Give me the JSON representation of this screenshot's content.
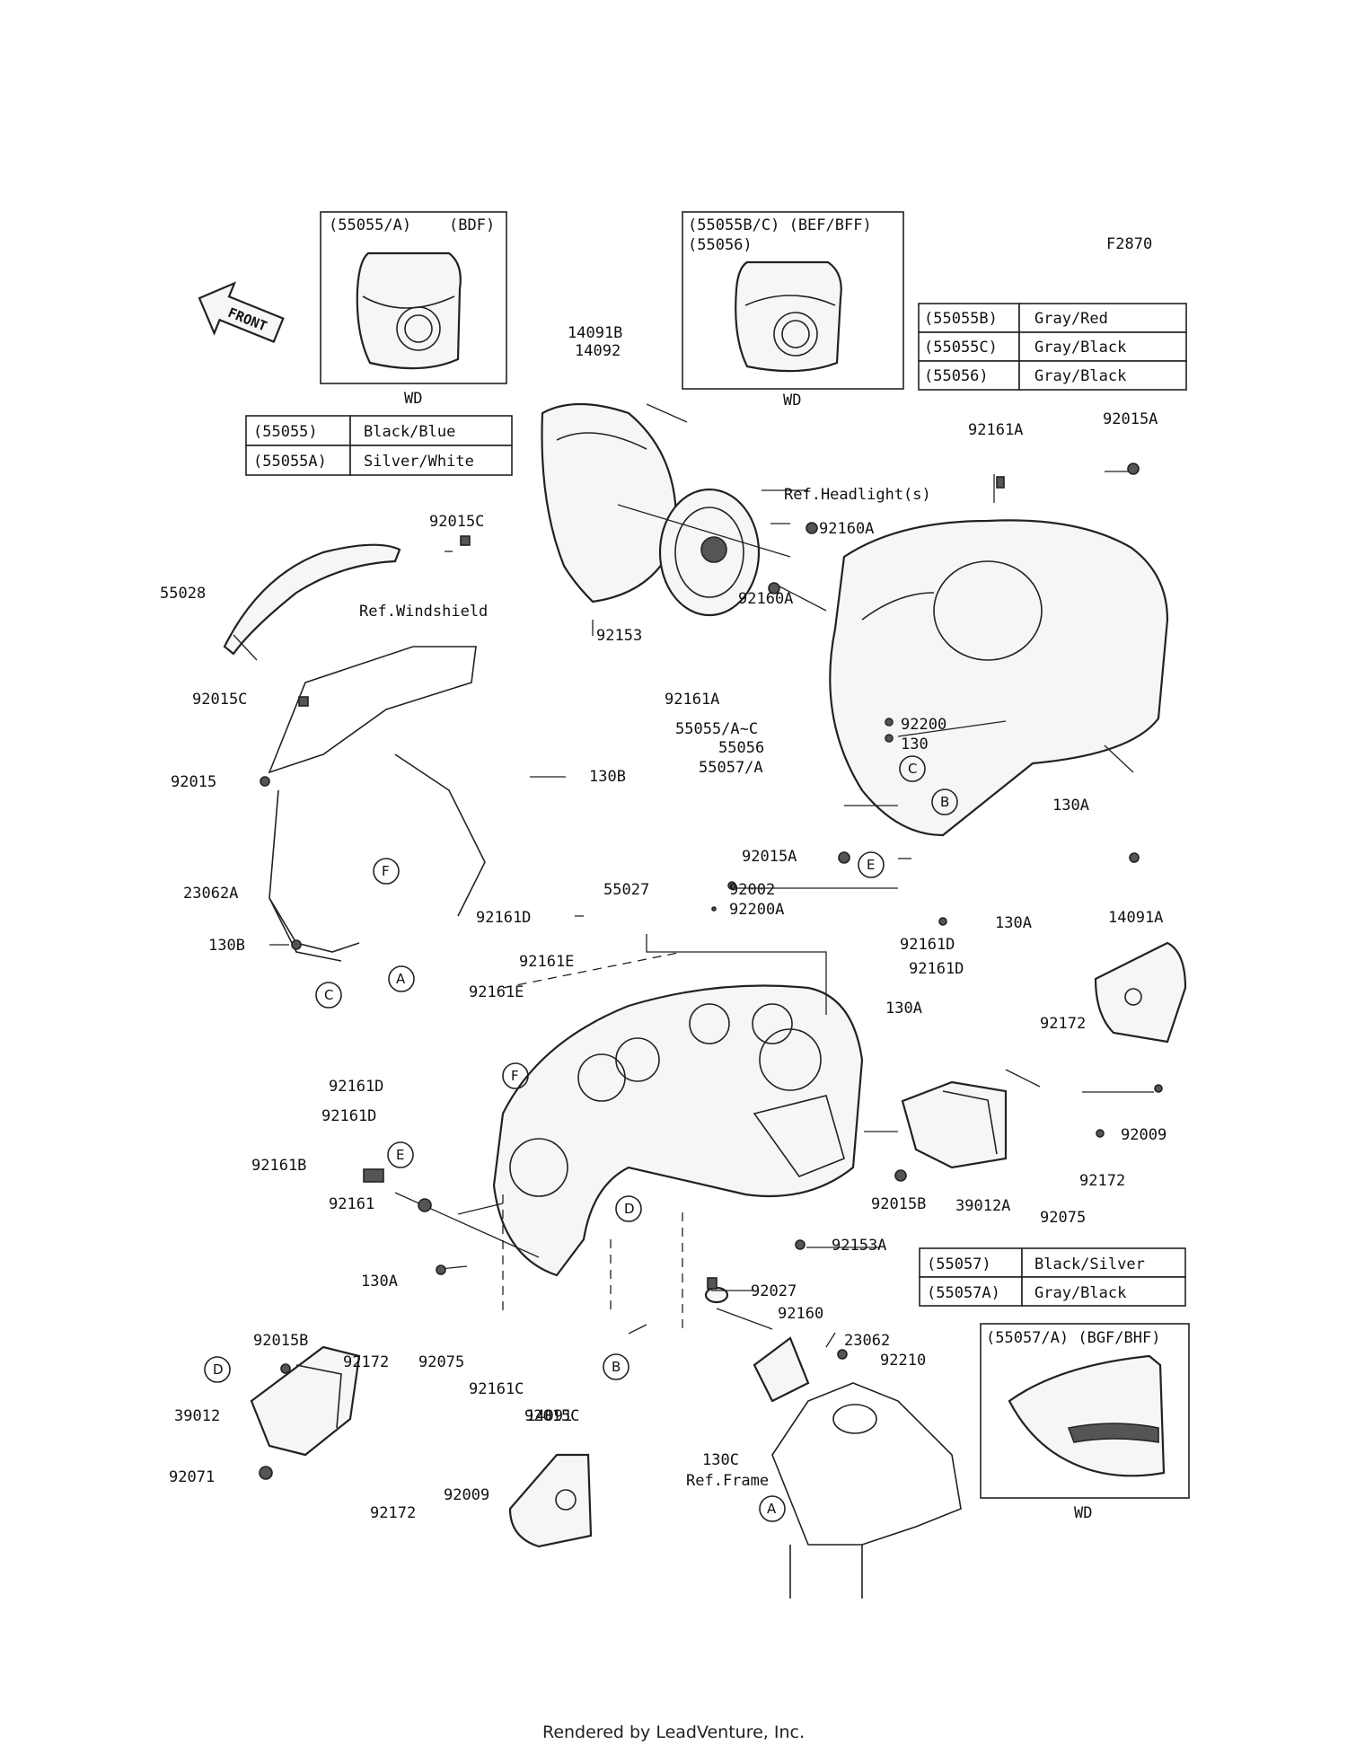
{
  "figure_id": "F2870",
  "footer": "Rendered by LeadVenture, Inc.",
  "front_label": "FRONT",
  "inset_left": {
    "title_code": "(55055/A)",
    "title_model": "(BDF)",
    "caption": "WD"
  },
  "inset_middle": {
    "title_code": "(55055B/C) (BEF/BFF)",
    "title_code2": "(55056)",
    "caption": "WD"
  },
  "inset_right": {
    "title_code": "(55057/A) (BGF/BHF)",
    "caption": "WD"
  },
  "color_tables": [
    {
      "rows": [
        {
          "code": "(55055)",
          "color": "Black/Blue"
        },
        {
          "code": "(55055A)",
          "color": "Silver/White"
        }
      ]
    },
    {
      "rows": [
        {
          "code": "(55055B)",
          "color": "Gray/Red"
        },
        {
          "code": "(55055C)",
          "color": "Gray/Black"
        },
        {
          "code": "(55056)",
          "color": "Gray/Black"
        }
      ]
    },
    {
      "rows": [
        {
          "code": "(55057)",
          "color": "Black/Silver"
        },
        {
          "code": "(55057A)",
          "color": "Gray/Black"
        }
      ]
    }
  ],
  "callouts": [
    {
      "text": "14091B"
    },
    {
      "text": "14092"
    },
    {
      "text": "Ref.Headlight(s)"
    },
    {
      "text": "92160A"
    },
    {
      "text": "92160A"
    },
    {
      "text": "92153"
    },
    {
      "text": "92161A"
    },
    {
      "text": "92015A"
    },
    {
      "text": "92015C"
    },
    {
      "text": "55028"
    },
    {
      "text": "Ref.Windshield"
    },
    {
      "text": "92015C"
    },
    {
      "text": "92015"
    },
    {
      "text": "130B"
    },
    {
      "text": "23062A"
    },
    {
      "text": "130B"
    },
    {
      "text": "92161A"
    },
    {
      "text": "55055/A~C"
    },
    {
      "text": "55056"
    },
    {
      "text": "55057/A"
    },
    {
      "text": "92200"
    },
    {
      "text": "130"
    },
    {
      "text": "130A"
    },
    {
      "text": "92015A"
    },
    {
      "text": "130A"
    },
    {
      "text": "92161D"
    },
    {
      "text": "55027"
    },
    {
      "text": "92002"
    },
    {
      "text": "92200A"
    },
    {
      "text": "92161D"
    },
    {
      "text": "92161D"
    },
    {
      "text": "92161E"
    },
    {
      "text": "92161E"
    },
    {
      "text": "130A"
    },
    {
      "text": "14091A"
    },
    {
      "text": "92172"
    },
    {
      "text": "92009"
    },
    {
      "text": "92161D"
    },
    {
      "text": "92161D"
    },
    {
      "text": "92161B"
    },
    {
      "text": "92161"
    },
    {
      "text": "92015B"
    },
    {
      "text": "39012A"
    },
    {
      "text": "92172"
    },
    {
      "text": "92075"
    },
    {
      "text": "92153A"
    },
    {
      "text": "130A"
    },
    {
      "text": "92027"
    },
    {
      "text": "92160"
    },
    {
      "text": "23062"
    },
    {
      "text": "92210"
    },
    {
      "text": "92161C"
    },
    {
      "text": "92015C"
    },
    {
      "text": "92015B"
    },
    {
      "text": "92172"
    },
    {
      "text": "92075"
    },
    {
      "text": "39012"
    },
    {
      "text": "92071"
    },
    {
      "text": "92172"
    },
    {
      "text": "92009"
    },
    {
      "text": "14091"
    },
    {
      "text": "130C"
    },
    {
      "text": "Ref.Frame"
    }
  ],
  "ref_letters": [
    "C",
    "B",
    "E",
    "F",
    "A",
    "C",
    "F",
    "E",
    "D",
    "B",
    "D",
    "A"
  ]
}
